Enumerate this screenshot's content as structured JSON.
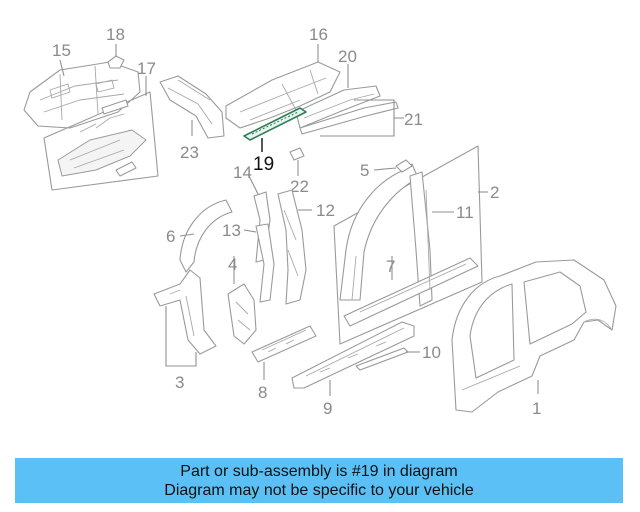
{
  "callouts": {
    "c1": "1",
    "c2": "2",
    "c3": "3",
    "c4": "4",
    "c5": "5",
    "c6": "6",
    "c7": "7",
    "c8": "8",
    "c9": "9",
    "c10": "10",
    "c11": "11",
    "c12": "12",
    "c13": "13",
    "c14": "14",
    "c15": "15",
    "c16": "16",
    "c17": "17",
    "c18": "18",
    "c19": "19",
    "c20": "20",
    "c21": "21",
    "c22": "22",
    "c23": "23"
  },
  "highlighted_part": "19",
  "colors": {
    "banner": "#5bc0f5",
    "highlight_part": "#2e7d5b",
    "line_art": "#9a9a9a"
  },
  "banner": {
    "line1": "Part or sub-assembly is #19 in diagram",
    "line2": "Diagram may not be specific to your vehicle"
  }
}
